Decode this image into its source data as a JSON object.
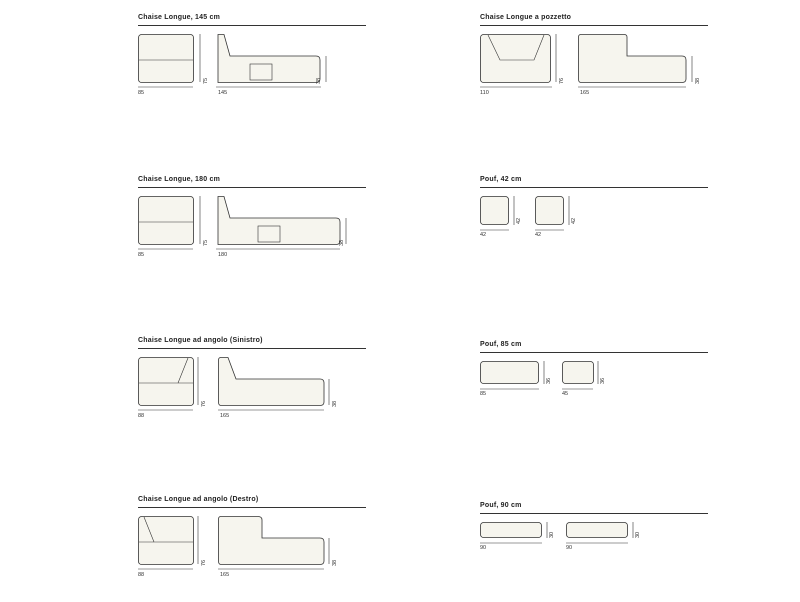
{
  "sections": [
    {
      "id": "cl145",
      "title": "Chaise Longue, 145 cm",
      "dims": {
        "front_w": "85",
        "front_h": "75",
        "side_w": "145",
        "side_h": "38"
      }
    },
    {
      "id": "clpozzetto",
      "title": "Chaise Longue a pozzetto",
      "dims": {
        "front_w": "110",
        "front_h": "76",
        "side_w": "165",
        "side_h": "38"
      }
    },
    {
      "id": "cl180",
      "title": "Chaise Longue, 180 cm",
      "dims": {
        "front_w": "85",
        "front_h": "75",
        "side_w": "180",
        "side_h": "38"
      }
    },
    {
      "id": "pouf42",
      "title": "Pouf, 42 cm",
      "dims": {
        "a_w": "42",
        "a_h": "42",
        "b_w": "42",
        "b_h": "42"
      }
    },
    {
      "id": "clsx",
      "title": "Chaise Longue ad angolo (Sinistro)",
      "dims": {
        "front_w": "88",
        "front_h": "76",
        "side_w": "165",
        "side_h": "38"
      }
    },
    {
      "id": "pouf85",
      "title": "Pouf, 85 cm",
      "dims": {
        "a_w": "85",
        "a_h": "36",
        "b_w": "45",
        "b_h": "36"
      }
    },
    {
      "id": "cldx",
      "title": "Chaise Longue ad angolo (Destro)",
      "dims": {
        "front_w": "88",
        "front_h": "76",
        "side_w": "165",
        "side_h": "38"
      }
    },
    {
      "id": "pouf90",
      "title": "Pouf, 90 cm",
      "dims": {
        "a_w": "90",
        "a_h": "30",
        "b_w": "90",
        "b_h": "30"
      }
    }
  ]
}
